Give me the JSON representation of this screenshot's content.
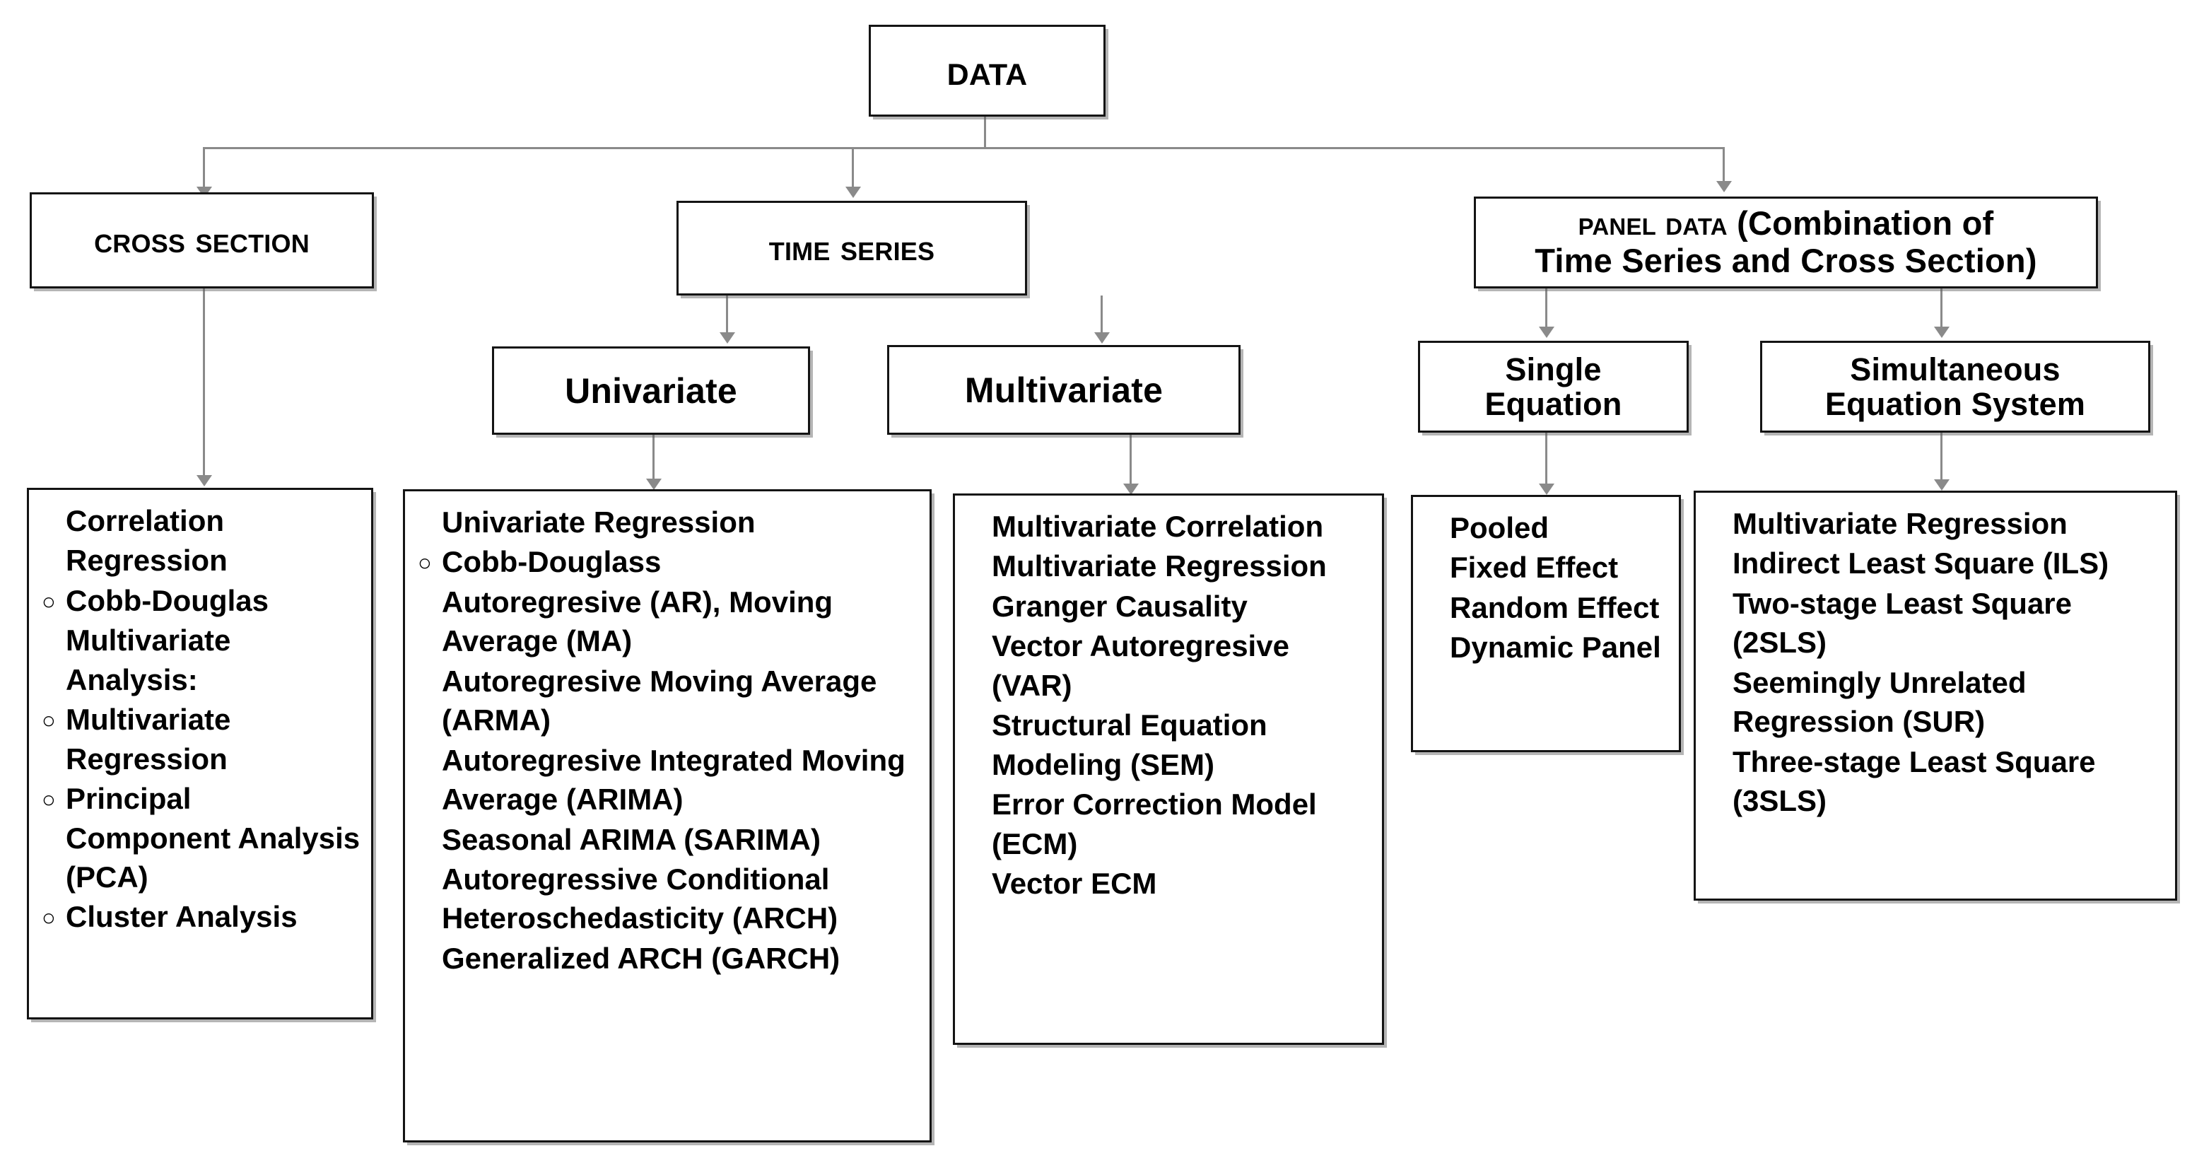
{
  "diagram": {
    "title": "Data Analysis Methods Taxonomy",
    "root": {
      "label": "Data"
    },
    "level1": [
      {
        "id": "cross-section",
        "label": "Cross Section"
      },
      {
        "id": "time-series",
        "label": "Time Series"
      },
      {
        "id": "panel-data",
        "label_caps": "Panel Data",
        "label_rest": " (Combination of",
        "label_line2": "Time Series and Cross Section)"
      }
    ],
    "level2": [
      {
        "id": "univariate",
        "label": "Univariate"
      },
      {
        "id": "multivariate",
        "label": "Multivariate"
      },
      {
        "id": "single-equation",
        "line1": "Single",
        "line2": "Equation"
      },
      {
        "id": "simultaneous-equation-system",
        "line1": "Simultaneous",
        "line2": "Equation System"
      }
    ],
    "content": [
      {
        "id": "cross-section-methods",
        "items": [
          {
            "bullet": "",
            "text": "Correlation"
          },
          {
            "bullet": "",
            "text": "Regression"
          },
          {
            "bullet": "○",
            "text": "Cobb-Douglas"
          },
          {
            "bullet": "",
            "text": "Multivariate Analysis:"
          },
          {
            "bullet": "○",
            "text": "Multivariate Regression"
          },
          {
            "bullet": "○",
            "text": "Principal Component Analysis (PCA)"
          },
          {
            "bullet": "○",
            "text": "Cluster Analysis"
          }
        ]
      },
      {
        "id": "univariate-methods",
        "items": [
          {
            "bullet": "",
            "text": "Univariate Regression"
          },
          {
            "bullet": "○",
            "text": "Cobb-Douglass"
          },
          {
            "bullet": "",
            "text": "Autoregresive (AR), Moving Average (MA)"
          },
          {
            "bullet": "",
            "text": "Autoregresive Moving Average (ARMA)"
          },
          {
            "bullet": "",
            "text": "Autoregresive Integrated Moving Average (ARIMA)"
          },
          {
            "bullet": "",
            "text": "Seasonal ARIMA (SARIMA)"
          },
          {
            "bullet": "",
            "text": "Autoregressive Conditional Heteroschedasticity (ARCH)"
          },
          {
            "bullet": "",
            "text": "Generalized ARCH (GARCH)"
          }
        ]
      },
      {
        "id": "multivariate-methods",
        "items": [
          {
            "bullet": "",
            "text": "Multivariate Correlation"
          },
          {
            "bullet": "",
            "text": "Multivariate Regression"
          },
          {
            "bullet": "",
            "text": "Granger Causality"
          },
          {
            "bullet": "",
            "text": "Vector Autoregresive (VAR)"
          },
          {
            "bullet": "",
            "text": "Structural Equation Modeling (SEM)"
          },
          {
            "bullet": "",
            "text": "Error Correction Model (ECM)"
          },
          {
            "bullet": "",
            "text": "Vector ECM"
          }
        ]
      },
      {
        "id": "single-equation-methods",
        "items": [
          {
            "bullet": "",
            "text": "Pooled"
          },
          {
            "bullet": "",
            "text": "Fixed Effect"
          },
          {
            "bullet": "",
            "text": "Random Effect"
          },
          {
            "bullet": "",
            "text": "Dynamic Panel"
          }
        ]
      },
      {
        "id": "simultaneous-equation-methods",
        "items": [
          {
            "bullet": "",
            "text": "Multivariate Regression"
          },
          {
            "bullet": "",
            "text": "Indirect Least Square (ILS)"
          },
          {
            "bullet": "",
            "text": "Two-stage Least Square (2SLS)"
          },
          {
            "bullet": "",
            "text": "Seemingly Unrelated Regression (SUR)"
          },
          {
            "bullet": "",
            "text": "Three-stage Least Square (3SLS)"
          }
        ]
      }
    ],
    "colors": {
      "box_border": "#141414",
      "connector": "#8a8a8a",
      "text": "#000000",
      "background": "#ffffff"
    }
  }
}
